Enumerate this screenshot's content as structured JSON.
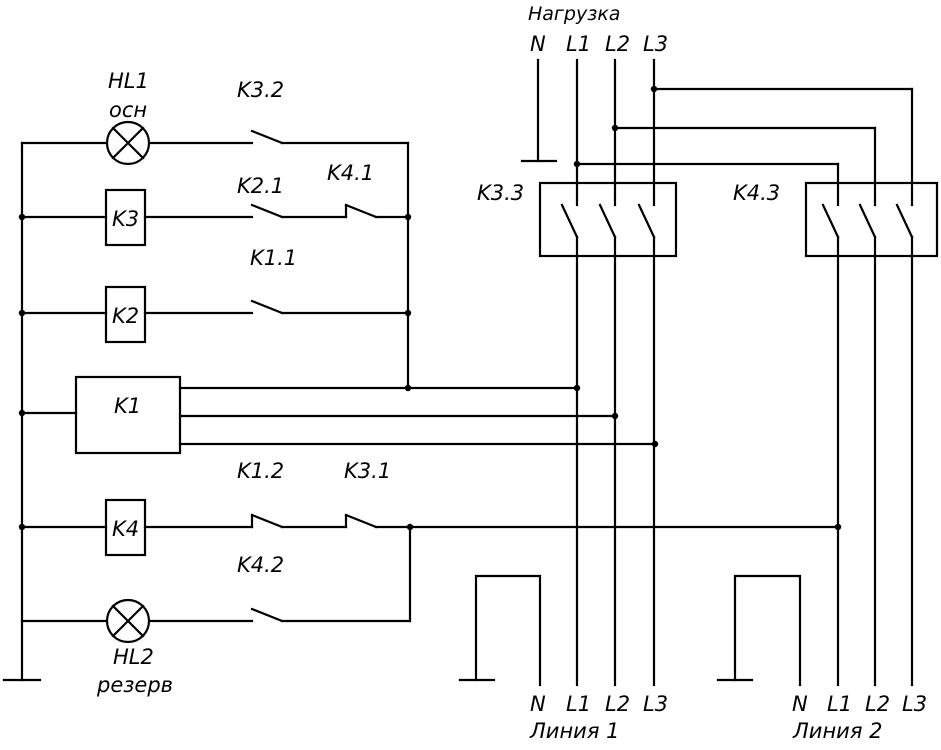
{
  "load": {
    "title": "Нагрузка",
    "terminals": [
      "N",
      "L1",
      "L2",
      "L3"
    ]
  },
  "line1": {
    "title": "Линия 1",
    "terminals": [
      "N",
      "L1",
      "L2",
      "L3"
    ]
  },
  "line2": {
    "title": "Линия 2",
    "terminals": [
      "N",
      "L1",
      "L2",
      "L3"
    ]
  },
  "lamps": {
    "hl1": {
      "id": "HL1",
      "caption": "осн"
    },
    "hl2": {
      "id": "HL2",
      "caption": "резерв"
    }
  },
  "relays": {
    "k1": "K1",
    "k2": "K2",
    "k3": "K3",
    "k4": "K4"
  },
  "contacts": {
    "k3_2": "K3.2",
    "k2_1": "K2.1",
    "k4_1": "K4.1",
    "k1_1": "K1.1",
    "k1_2": "K1.2",
    "k3_1": "K3.1",
    "k4_2": "K4.2",
    "k3_3": "K3.3",
    "k4_3": "K4.3"
  }
}
